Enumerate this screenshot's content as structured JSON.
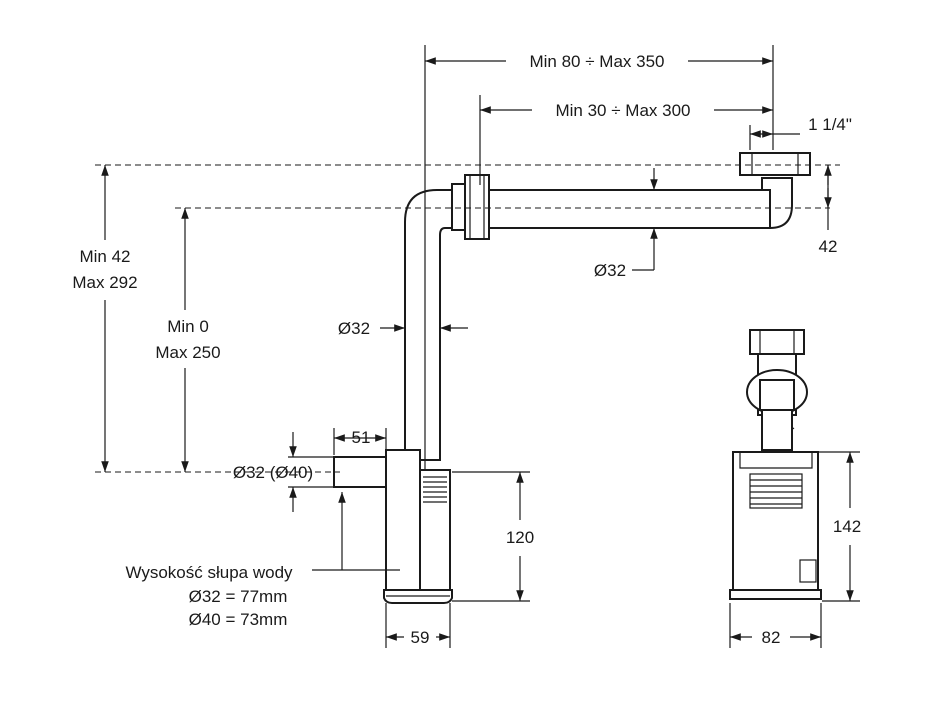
{
  "dimensions": {
    "overall_length": "Min 80 ÷  Max 350",
    "inner_length": "Min 30 ÷  Max 300",
    "outlet_thread": "1 1/4\"",
    "outlet_offset": "42",
    "horizontal_pipe_dia": "Ø32",
    "height_range_line1": "Min 42",
    "height_range_line2": "Max 292",
    "inner_height_line1": "Min 0",
    "inner_height_line2": "Max 250",
    "vertical_pipe_dia": "Ø32",
    "inlet_length": "51",
    "inlet_dia": "Ø32 (Ø40)",
    "body_height": "120",
    "body_width": "59",
    "side_height": "142",
    "side_width": "82"
  },
  "water_seal": {
    "title": "Wysokość słupa wody",
    "line_32": "Ø32 = 77mm",
    "line_40": "Ø40 = 73mm"
  }
}
